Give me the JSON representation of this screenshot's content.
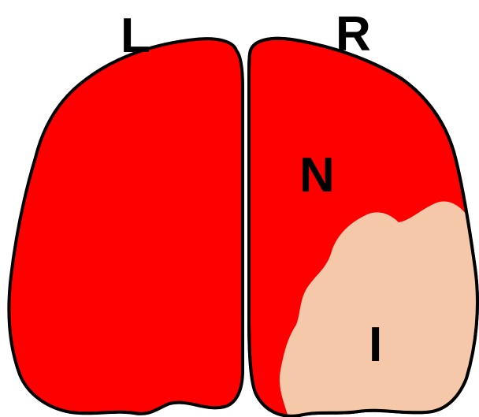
{
  "labels": {
    "left_hemisphere": "L",
    "right_hemisphere": "R",
    "normal_region": "N",
    "infarct_region": "I"
  },
  "colors": {
    "healthy_tissue": "#ff0000",
    "infarct_tissue": "#f6c8aa",
    "outline": "#000000",
    "background": "#ffffff"
  }
}
